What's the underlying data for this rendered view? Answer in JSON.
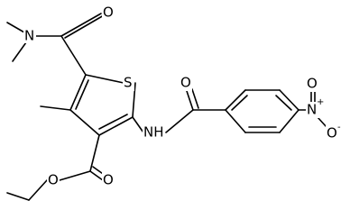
{
  "structure": {
    "atoms": {
      "n_amide_left": "N",
      "o_amide_left": "O",
      "s_ring": "S",
      "o_amide_right": "O",
      "nh_linker": "NH",
      "n_nitro": "N",
      "n_nitro_charge": "+",
      "o_nitro_top": "O",
      "o_nitro_right": "O",
      "o_nitro_right_charge": "-",
      "o_ester_carbonyl": "O",
      "o_ester_ether": "O"
    }
  }
}
